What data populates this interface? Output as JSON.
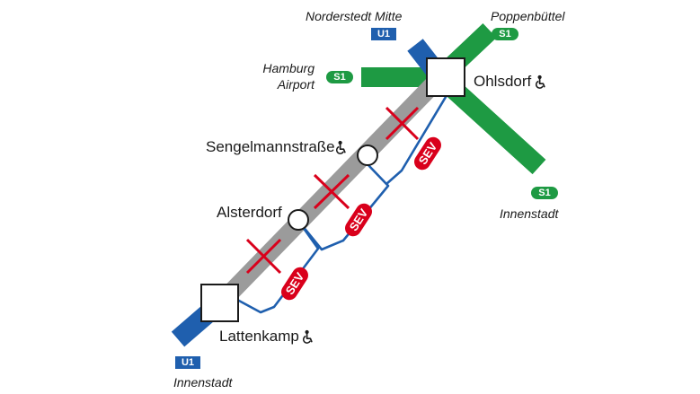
{
  "colors": {
    "u1": "#1f5fae",
    "s1": "#1e9a43",
    "closed_section": "#9b9b9b",
    "replacement_route": "#1f5fae",
    "sev_badge": "#d9001b",
    "closure_mark": "#d9001b"
  },
  "lines": {
    "u1": "U1",
    "s1": "S1"
  },
  "stations": {
    "ohlsdorf": "Ohlsdorf",
    "sengelmannstrasse": "Sengelmannstraße",
    "alsterdorf": "Alsterdorf",
    "lattenkamp": "Lattenkamp"
  },
  "destinations": {
    "norderstedt_mitte": "Norderstedt Mitte",
    "poppenbuettel": "Poppenbüttel",
    "hamburg_airport_l1": "Hamburg",
    "hamburg_airport_l2": "Airport",
    "innenstadt_s1": "Innenstadt",
    "innenstadt_u1": "Innenstadt"
  },
  "replacement_service": "SEV",
  "icons": {
    "accessibility": "wheelchair-icon",
    "closure": "cross-mark-icon"
  },
  "accessible_stations": [
    "Ohlsdorf",
    "Sengelmannstraße",
    "Lattenkamp"
  ]
}
